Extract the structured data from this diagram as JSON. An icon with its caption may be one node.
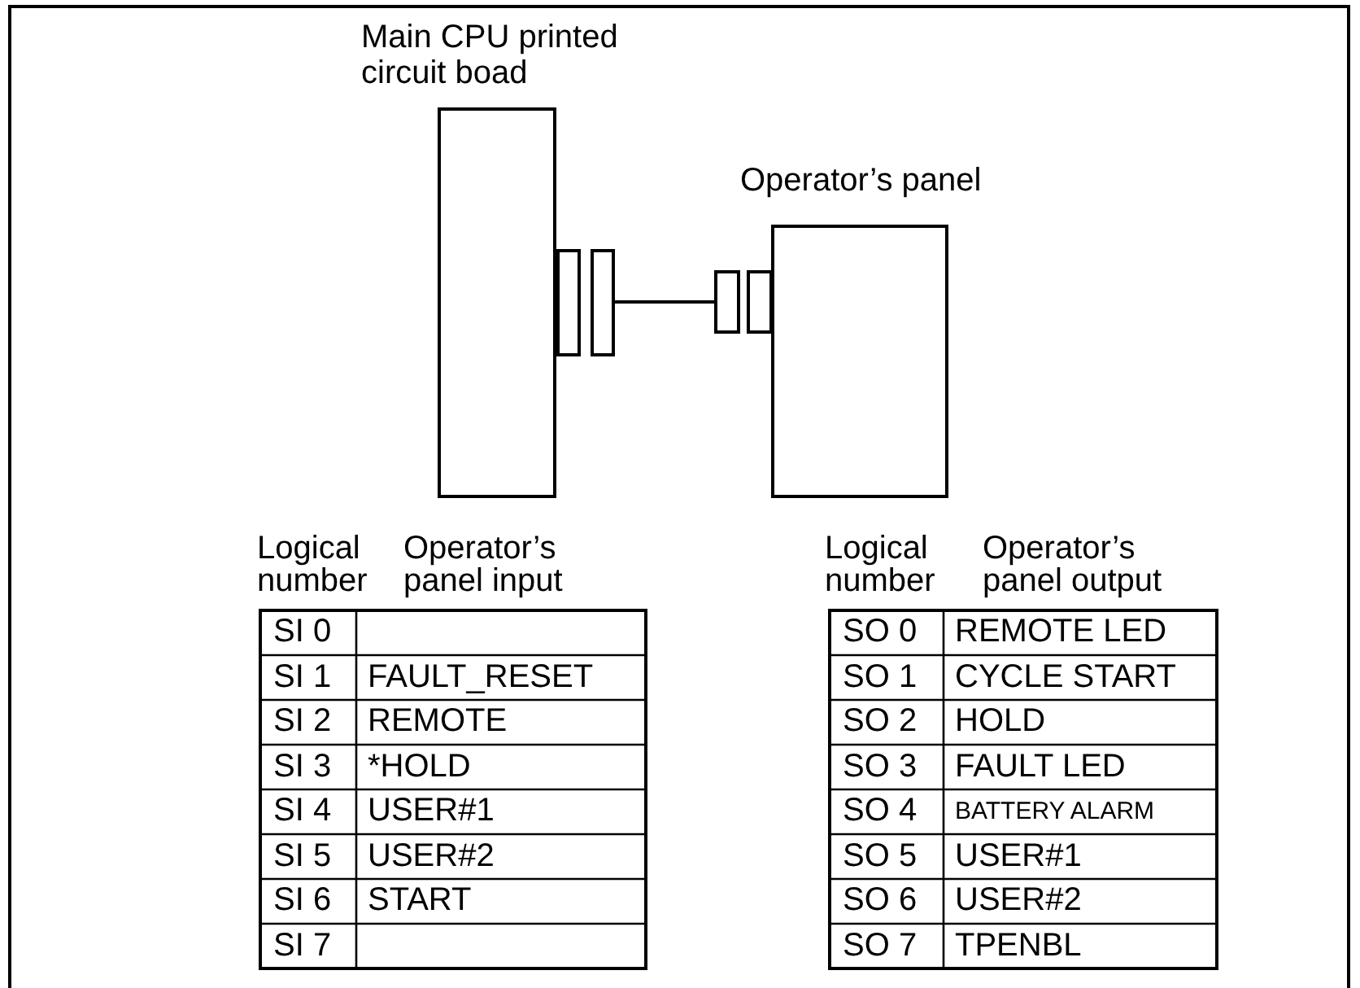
{
  "diagram": {
    "nodes": [
      {
        "text": [
          "Main CPU printed circuit boad"
        ]
      },
      {
        "text": [
          "Operator’s panel"
        ]
      },
      {
        "text": [],
        "shape": "box"
      },
      {
        "text": [],
        "shape": "box"
      },
      {
        "text": [],
        "shape": "box"
      },
      {
        "text": [],
        "shape": "box"
      }
    ],
    "edges": [
      {
        "from": 3,
        "to": 4,
        "arrow": "none"
      }
    ],
    "labels": [
      "Logical number",
      "Operator’s panel input",
      "Logical number",
      "Operator’s panel output",
      "SI 0",
      "SI 1",
      "FAULT_RESET",
      "SI 2",
      "REMOTE",
      "SI 3",
      "*HOLD",
      "SI 4",
      "USER#1",
      "SI 5",
      "USER#2",
      "SI 6",
      "START",
      "SI 7",
      "SO 0",
      "REMOTE LED",
      "SO 1",
      "CYCLE START",
      "SO 2",
      "HOLD",
      "SO 3",
      "FAULT LED",
      "SO 4",
      "BATTERY ALARM",
      "SO 5",
      "USER#1",
      "SO 6",
      "USER#2",
      "SO 7",
      "TPENBL"
    ]
  }
}
